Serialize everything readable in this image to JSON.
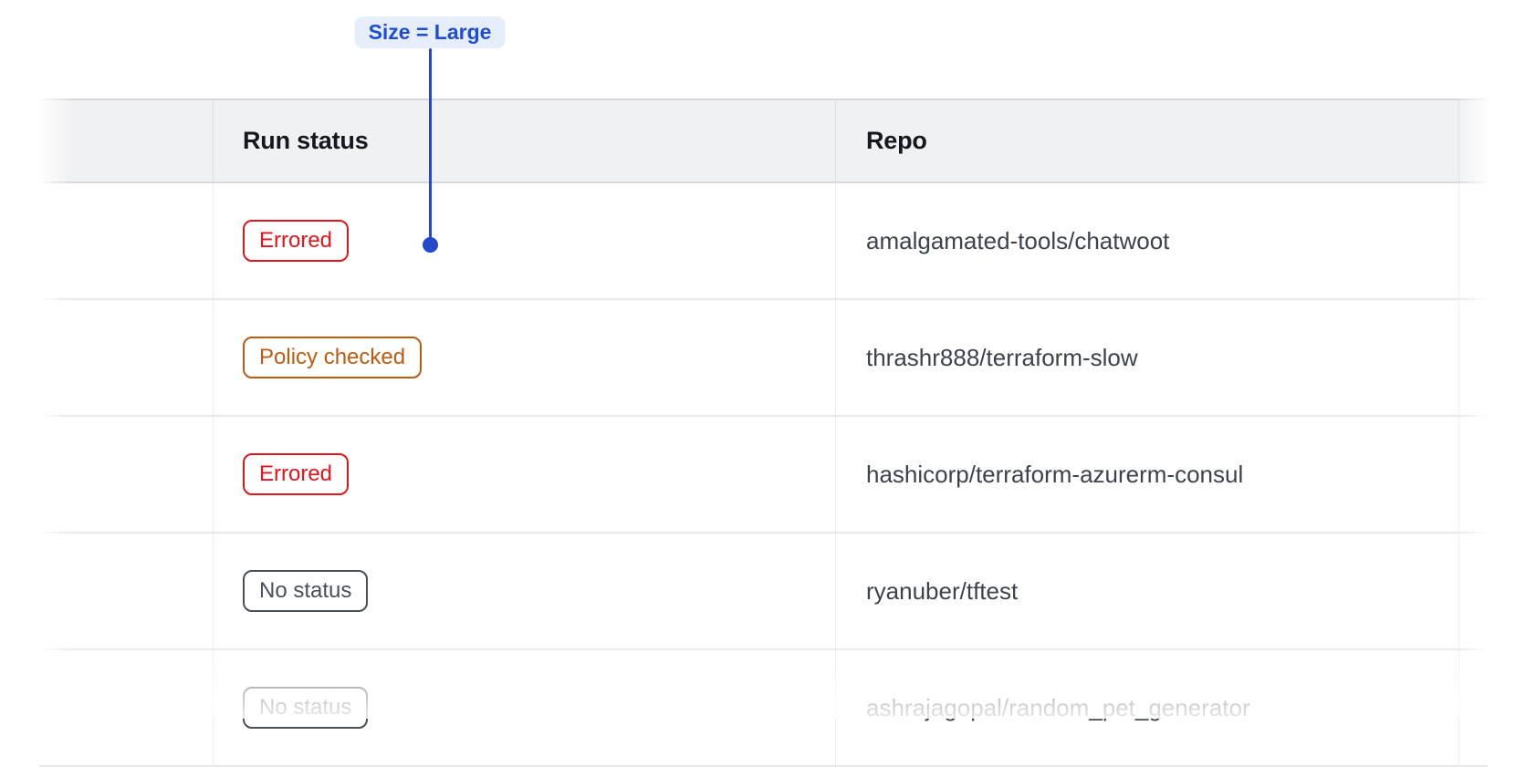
{
  "annotation": {
    "label": "Size = Large",
    "text_color": "#1d4cd6",
    "bg_color": "#e6eefb",
    "line_color": "#2348cb"
  },
  "table": {
    "columns": [
      {
        "id": "leading",
        "label": ""
      },
      {
        "id": "run_status",
        "label": "Run status"
      },
      {
        "id": "repo",
        "label": "Repo"
      }
    ],
    "rows": [
      {
        "status": "Errored",
        "status_variant": "errored",
        "repo": "amalgamated-tools/chatwoot"
      },
      {
        "status": "Policy checked",
        "status_variant": "policy_checked",
        "repo": "thrashr888/terraform-slow"
      },
      {
        "status": "Errored",
        "status_variant": "errored",
        "repo": "hashicorp/terraform-azurerm-consul"
      },
      {
        "status": "No status",
        "status_variant": "no_status",
        "repo": "ryanuber/tftest"
      },
      {
        "status": "No status",
        "status_variant": "no_status",
        "repo": "ashrajagopal/random_pet_generator"
      }
    ],
    "status_colors": {
      "errored": "#e1161d",
      "policy_checked": "#bd5b10",
      "no_status": "#4a4f59"
    }
  }
}
